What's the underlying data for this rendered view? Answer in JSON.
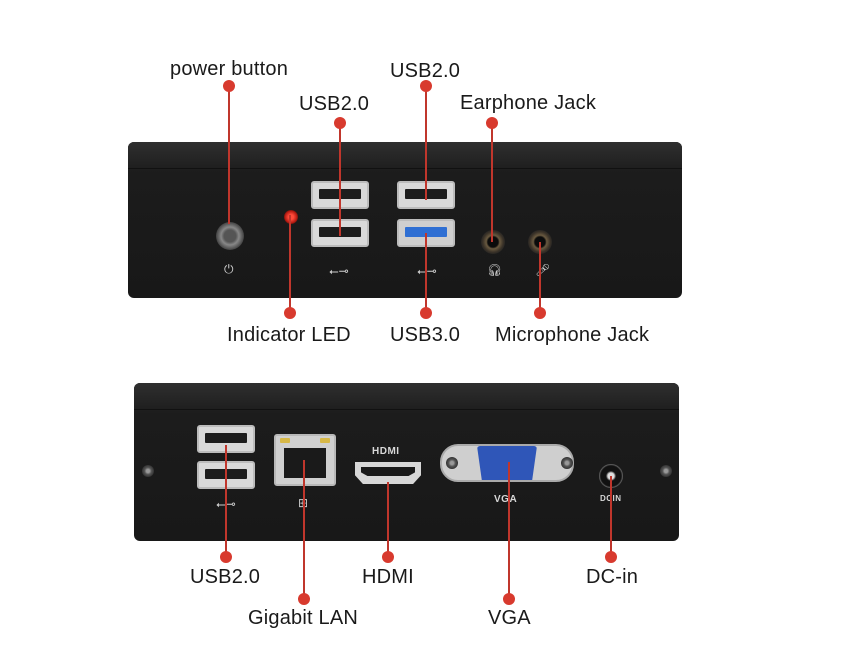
{
  "front_panel": {
    "callouts": {
      "power_button": "power button",
      "usb20_left": "USB2.0",
      "usb20_right": "USB2.0",
      "earphone_jack": "Earphone Jack",
      "indicator_led": "Indicator LED",
      "usb30": "USB3.0",
      "microphone_jack": "Microphone Jack"
    }
  },
  "rear_panel": {
    "port_text": {
      "hdmi": "HDMI",
      "vga": "VGA",
      "dcin": "DCIN"
    },
    "callouts": {
      "usb20": "USB2.0",
      "gigabit_lan": "Gigabit LAN",
      "hdmi": "HDMI",
      "vga": "VGA",
      "dc_in": "DC-in"
    }
  },
  "colors": {
    "callout_line": "#c0362c",
    "callout_dot": "#d83a2e",
    "chassis": "#1c1c1c",
    "usb3_blue": "#2f6fd3",
    "vga_blue": "#2f56b8"
  }
}
